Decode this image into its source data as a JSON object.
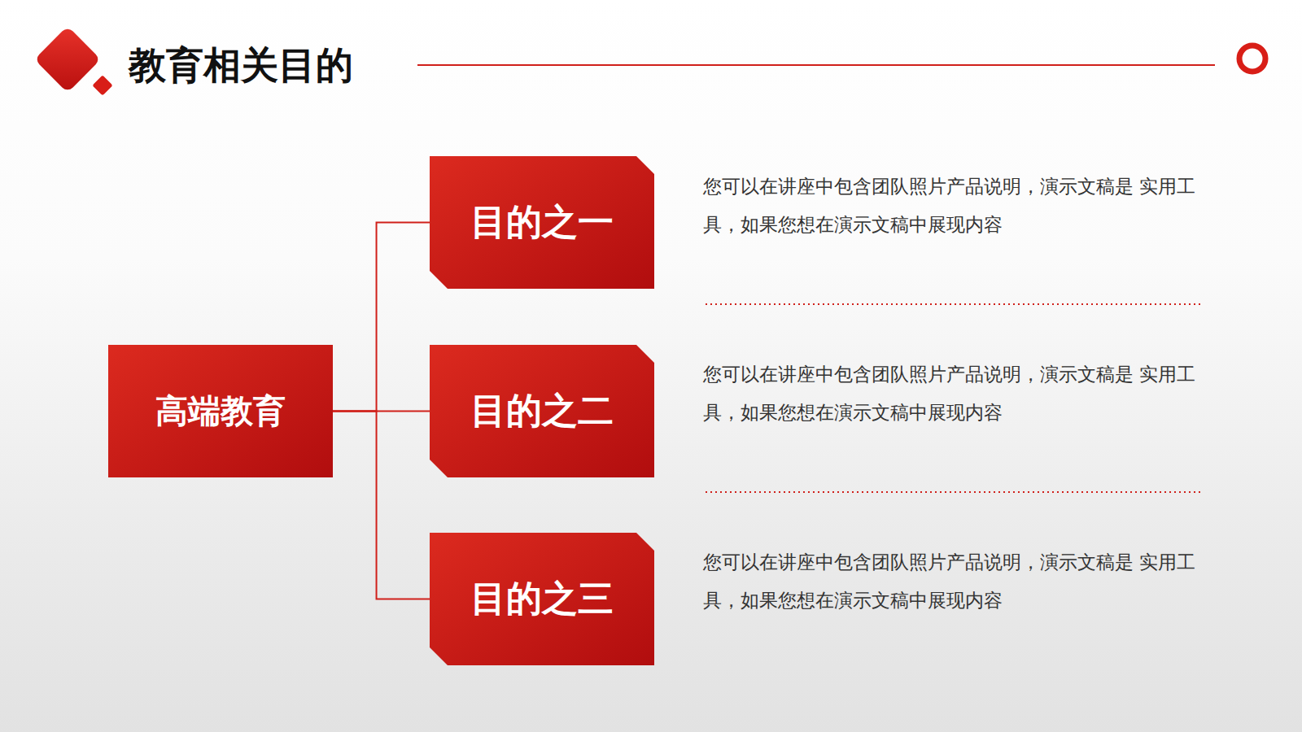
{
  "diagram": {
    "title": "教育相关目的",
    "nodes": [
      {
        "text": [
          "高端教育"
        ]
      },
      {
        "text": [
          "目的之一"
        ]
      },
      {
        "text": [
          "目的之二"
        ]
      },
      {
        "text": [
          "目的之三"
        ]
      }
    ],
    "edges": [
      {
        "from": 0,
        "to": 1,
        "arrow": "none"
      },
      {
        "from": 0,
        "to": 2,
        "arrow": "none"
      },
      {
        "from": 0,
        "to": 3,
        "arrow": "none"
      }
    ],
    "labels": [
      "您可以在讲座中包含团队照片产品说明，演示文稿是 实用工具，如果您想在演示文稿中展现内容",
      "您可以在讲座中包含团队照片产品说明，演示文稿是 实用工具，如果您想在演示文稿中展现内容",
      "您可以在讲座中包含团队照片产品说明，演示文稿是 实用工具，如果您想在演示文稿中展现内容"
    ]
  }
}
